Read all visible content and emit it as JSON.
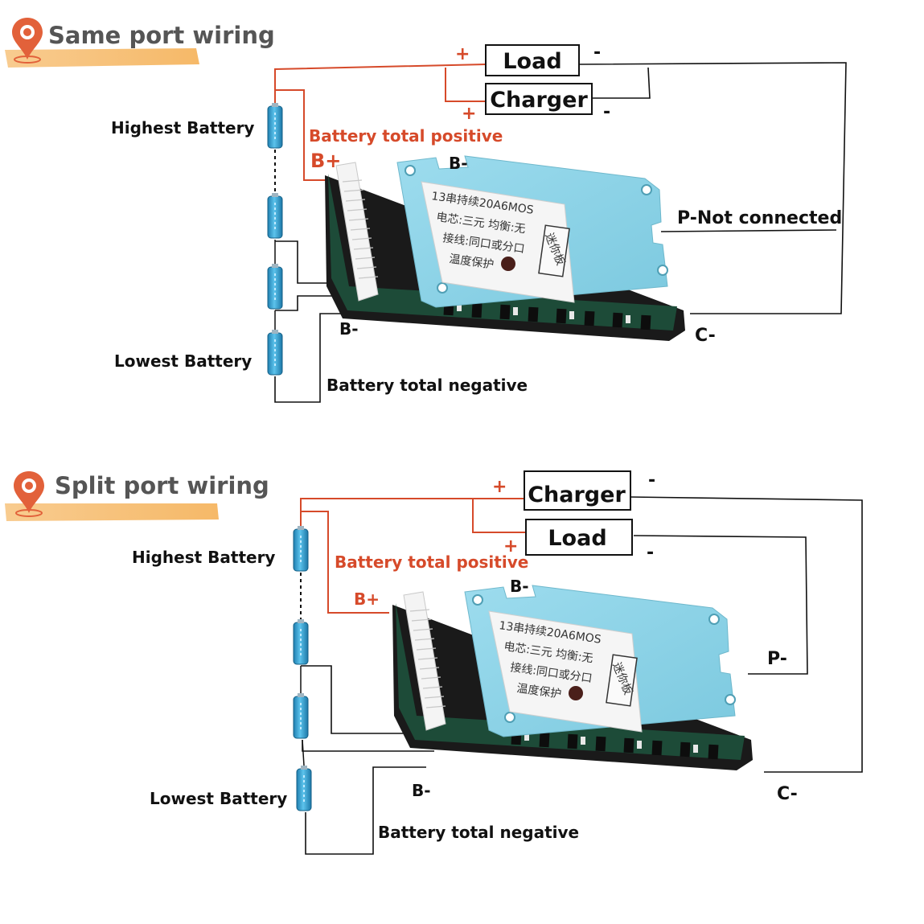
{
  "sections": [
    {
      "title": "Same port wiring",
      "highest_battery": "Highest Battery",
      "lowest_battery": "Lowest Battery",
      "battery_total_positive": "Battery total positive",
      "b_plus": "B+",
      "b_minus_top": "B-",
      "b_minus_side": "B-",
      "battery_total_negative": "Battery total negative",
      "top_box": "Load",
      "bottom_box": "Charger",
      "plus_sign": "+",
      "minus_sign": "-",
      "p_label": "P-Not connected",
      "c_label": "C-",
      "pcb_lines": [
        "13串持续20A6MOS",
        "电芯:三元  均衡:无",
        "接线:同口或分口",
        "温度保护",
        "迷你板"
      ]
    },
    {
      "title": "Split port wiring",
      "highest_battery": "Highest Battery",
      "lowest_battery": "Lowest Battery",
      "battery_total_positive": "Battery total positive",
      "b_plus": "B+",
      "b_minus_top": "B-",
      "b_minus_side": "B-",
      "battery_total_negative": "Battery total negative",
      "top_box": "Charger",
      "bottom_box": "Load",
      "plus_sign": "+",
      "minus_sign": "-",
      "p_label": "P-",
      "c_label": "C-",
      "pcb_lines": [
        "13串持续20A6MOS",
        "电芯:三元  均衡:无",
        "接线:同口或分口",
        "温度保护",
        "迷你板"
      ]
    }
  ],
  "colors": {
    "wire_red": "#d64a2a",
    "wire_black": "#111111",
    "highlight": "#f7c27a",
    "pin": "#e2613a",
    "title": "#555555",
    "pcb_blue": "#8dd4e6",
    "pcb_green": "#1d4b38",
    "cell_blue": "#3aa6d6"
  }
}
